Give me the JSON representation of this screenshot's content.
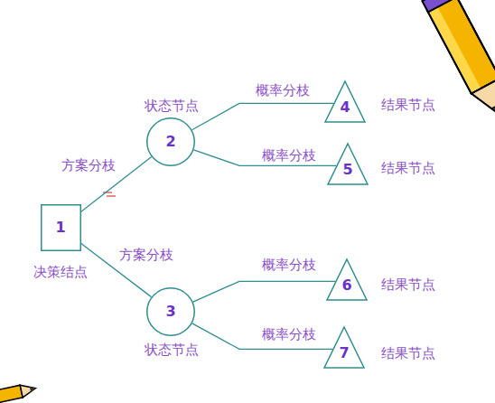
{
  "diagram": {
    "nodes": [
      {
        "text": [
          "1",
          "决策结点"
        ]
      },
      {
        "text": [
          "2",
          "状态节点"
        ]
      },
      {
        "text": [
          "3",
          "状态节点"
        ]
      },
      {
        "text": [
          "4",
          "结果节点"
        ]
      },
      {
        "text": [
          "5",
          "结果节点"
        ]
      },
      {
        "text": [
          "6",
          "结果节点"
        ]
      },
      {
        "text": [
          "7",
          "结果节点"
        ]
      }
    ],
    "edges": [
      {
        "from": 0,
        "to": 1,
        "arrow": "none",
        "label": "方案分枝"
      },
      {
        "from": 0,
        "to": 2,
        "arrow": "none",
        "label": "方案分枝"
      },
      {
        "from": 1,
        "to": 3,
        "arrow": "none",
        "label": "概率分枝"
      },
      {
        "from": 1,
        "to": 4,
        "arrow": "none",
        "label": "概率分枝"
      },
      {
        "from": 2,
        "to": 5,
        "arrow": "none",
        "label": "概率分枝"
      },
      {
        "from": 2,
        "to": 6,
        "arrow": "none",
        "label": "概率分枝"
      }
    ]
  }
}
